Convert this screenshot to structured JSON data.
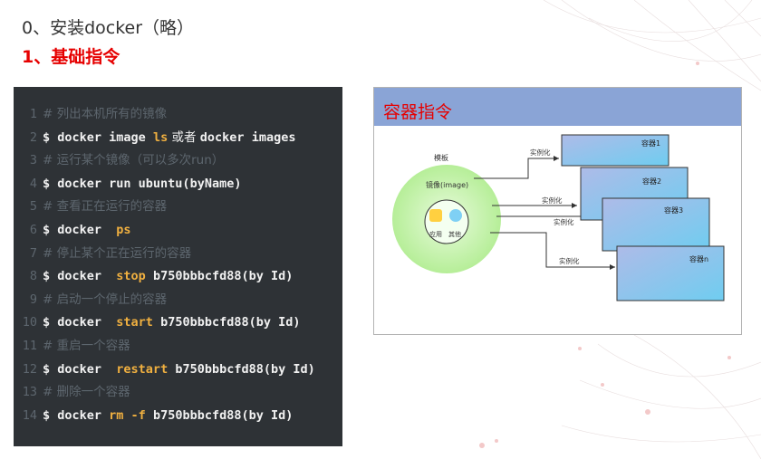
{
  "headings": {
    "step0": "0、安装docker（略）",
    "step1": "1、基础指令"
  },
  "code": {
    "lines": [
      {
        "n": "1",
        "type": "comment",
        "parts": [
          {
            "cls": "cm",
            "t": "# 列出本机所有的镜像"
          }
        ]
      },
      {
        "n": "2",
        "type": "cmd",
        "parts": [
          {
            "cls": "pr",
            "t": "$ "
          },
          {
            "cls": "cmd",
            "t": "docker image "
          },
          {
            "cls": "kw",
            "t": "ls"
          },
          {
            "cls": "zh",
            "t": " 或者 "
          },
          {
            "cls": "cmd",
            "t": "docker images"
          }
        ]
      },
      {
        "n": "3",
        "type": "comment",
        "parts": [
          {
            "cls": "cm",
            "t": "# 运行某个镜像（可以多次run）"
          }
        ]
      },
      {
        "n": "4",
        "type": "cmd",
        "parts": [
          {
            "cls": "pr",
            "t": "$ "
          },
          {
            "cls": "cmd",
            "t": "docker run ubuntu(byName)"
          }
        ]
      },
      {
        "n": "5",
        "type": "comment",
        "parts": [
          {
            "cls": "cm",
            "t": "# 查看正在运行的容器"
          }
        ]
      },
      {
        "n": "6",
        "type": "cmd",
        "parts": [
          {
            "cls": "pr",
            "t": "$ "
          },
          {
            "cls": "cmd",
            "t": "docker  "
          },
          {
            "cls": "kw",
            "t": "ps"
          }
        ]
      },
      {
        "n": "7",
        "type": "comment",
        "parts": [
          {
            "cls": "cm",
            "t": "# 停止某个正在运行的容器"
          }
        ]
      },
      {
        "n": "8",
        "type": "cmd",
        "parts": [
          {
            "cls": "pr",
            "t": "$ "
          },
          {
            "cls": "cmd",
            "t": "docker  "
          },
          {
            "cls": "kw",
            "t": "stop"
          },
          {
            "cls": "cmd",
            "t": " b750bbbcfd88(by Id)"
          }
        ]
      },
      {
        "n": "9",
        "type": "comment",
        "parts": [
          {
            "cls": "cm",
            "t": "# 启动一个停止的容器"
          }
        ]
      },
      {
        "n": "10",
        "type": "cmd",
        "parts": [
          {
            "cls": "pr",
            "t": "$ "
          },
          {
            "cls": "cmd",
            "t": "docker  "
          },
          {
            "cls": "kw",
            "t": "start"
          },
          {
            "cls": "cmd",
            "t": " b750bbbcfd88(by Id)"
          }
        ]
      },
      {
        "n": "11",
        "type": "comment",
        "parts": [
          {
            "cls": "cm",
            "t": "# 重启一个容器"
          }
        ]
      },
      {
        "n": "12",
        "type": "cmd",
        "parts": [
          {
            "cls": "pr",
            "t": "$ "
          },
          {
            "cls": "cmd",
            "t": "docker  "
          },
          {
            "cls": "kw",
            "t": "restart"
          },
          {
            "cls": "cmd",
            "t": " b750bbbcfd88(by Id)"
          }
        ]
      },
      {
        "n": "13",
        "type": "comment",
        "parts": [
          {
            "cls": "cm",
            "t": "# 删除一个容器"
          }
        ]
      },
      {
        "n": "14",
        "type": "cmd",
        "parts": [
          {
            "cls": "pr",
            "t": "$ "
          },
          {
            "cls": "cmd",
            "t": "docker "
          },
          {
            "cls": "kw",
            "t": "rm -f"
          },
          {
            "cls": "cmd",
            "t": " b750bbbcfd88(by Id)"
          }
        ]
      }
    ]
  },
  "diagram": {
    "title": "容器指令",
    "template_label": "模板",
    "image_label": "镜像(image)",
    "app_label": "应用",
    "other_label": "其他",
    "instantiate_label": "实例化",
    "containers": [
      "容器1",
      "容器2",
      "容器3",
      "容器n"
    ],
    "colors": {
      "accent_red": "#e60000",
      "header_blue": "#8aa4d6",
      "code_bg": "#2e3236",
      "keyword": "#f0b040",
      "circle_green": "#c9f4b2"
    }
  }
}
